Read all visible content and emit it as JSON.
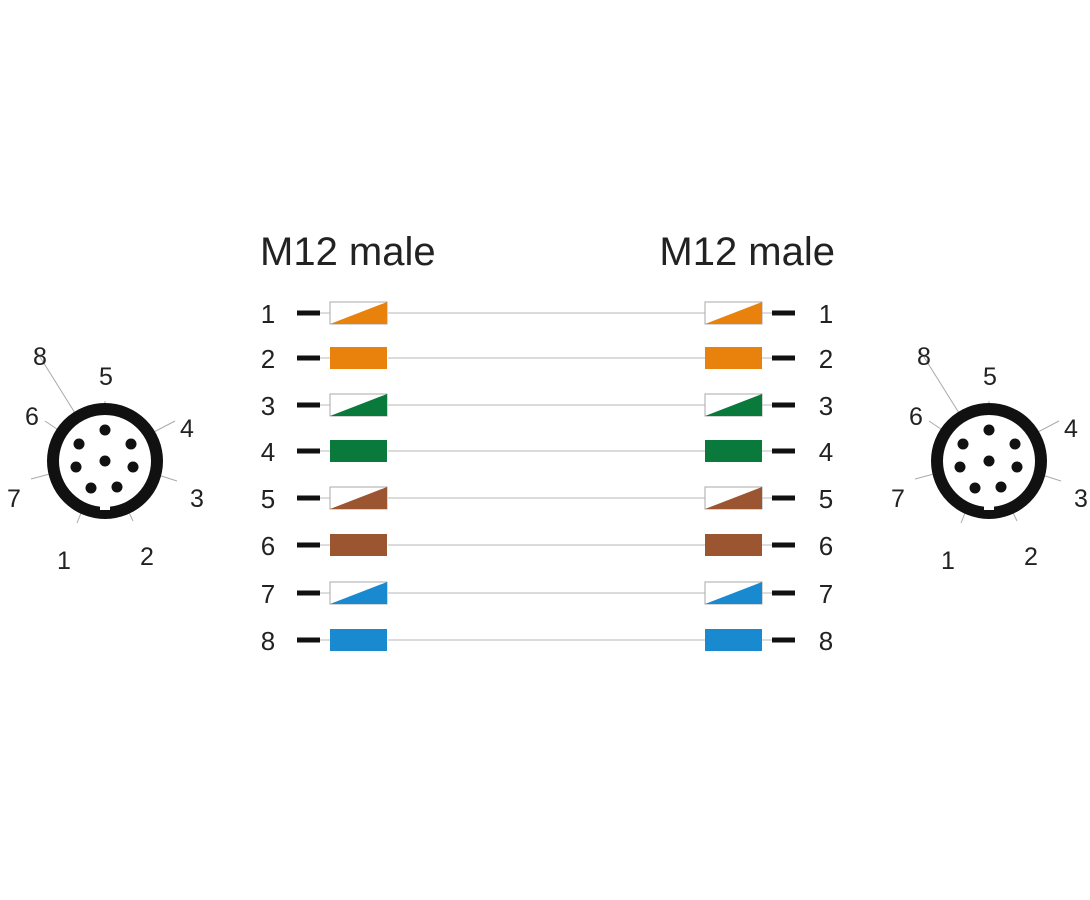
{
  "headers": {
    "left": "M12 male",
    "right": "M12 male"
  },
  "colors": {
    "orange": "#E8820C",
    "green": "#0A7A3C",
    "brown": "#9B5530",
    "blue": "#1A8AD0",
    "ring": "#111111",
    "wire": "#cfcfcf"
  },
  "wires": [
    {
      "pin": "1",
      "color": "orange",
      "striped": true
    },
    {
      "pin": "2",
      "color": "orange",
      "striped": false
    },
    {
      "pin": "3",
      "color": "green",
      "striped": true
    },
    {
      "pin": "4",
      "color": "green",
      "striped": false
    },
    {
      "pin": "5",
      "color": "brown",
      "striped": true
    },
    {
      "pin": "6",
      "color": "brown",
      "striped": false
    },
    {
      "pin": "7",
      "color": "blue",
      "striped": true
    },
    {
      "pin": "8",
      "color": "blue",
      "striped": false
    }
  ],
  "connector_pins": [
    "1",
    "2",
    "3",
    "4",
    "5",
    "6",
    "7",
    "8"
  ]
}
